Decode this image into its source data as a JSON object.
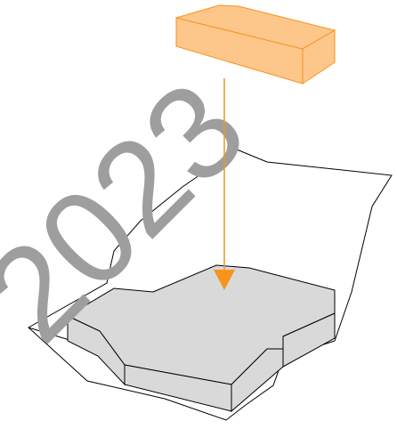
{
  "watermark": {
    "text": "2023",
    "color": "#9e9e9e"
  },
  "colors": {
    "background": "#ffffff",
    "site_outline": "#000000",
    "building_fill": "#d9d9d9",
    "building_stroke": "#000000",
    "block_fill": "#fdc68a",
    "block_stroke": "#f7931e",
    "arrow": "#f7931e"
  },
  "elements": {
    "site_outline": "terrain-outline",
    "existing_building": "existing-building-mass",
    "new_volume": "new-volume-block",
    "placement_arrow": "placement-arrow"
  }
}
